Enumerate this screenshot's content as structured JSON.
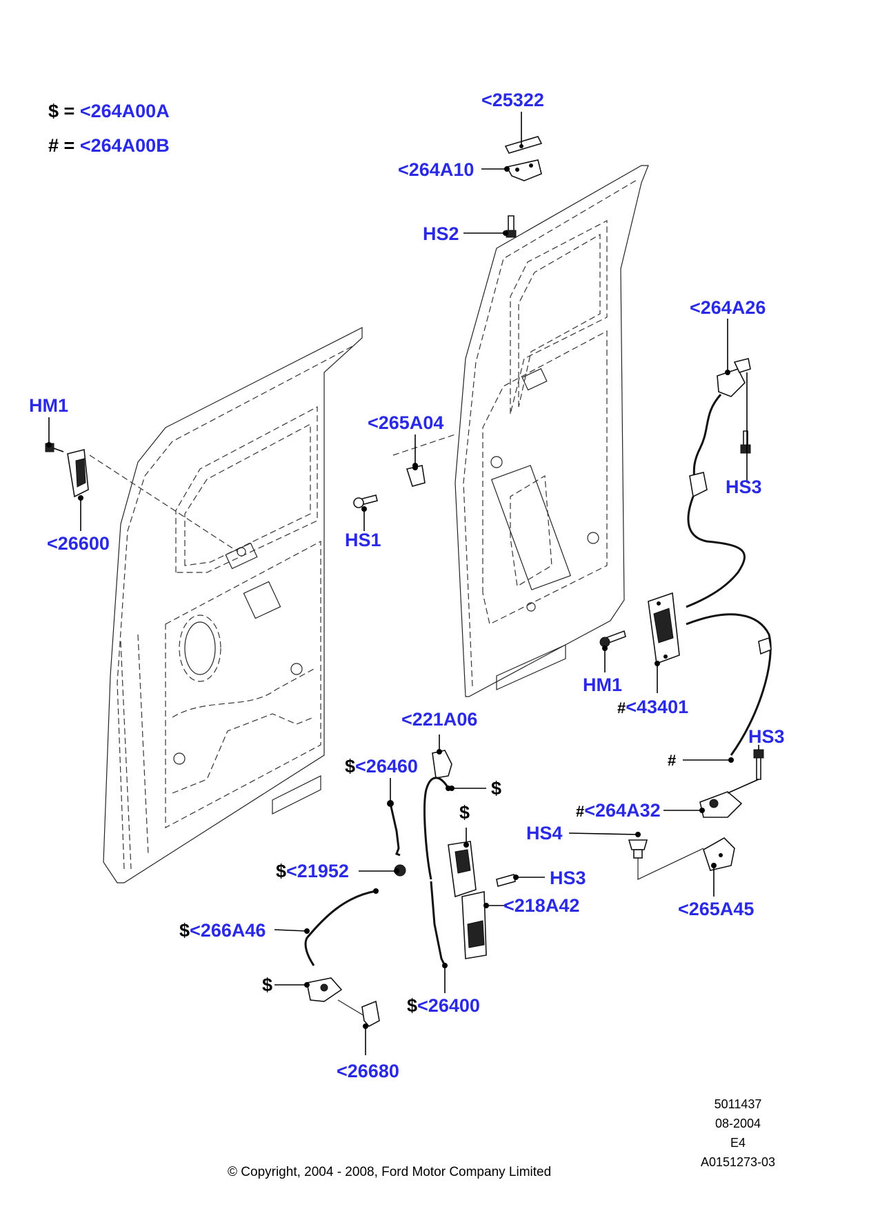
{
  "legend": [
    {
      "symbol": "$",
      "eq": "=",
      "ref": "<264A00A"
    },
    {
      "symbol": "#",
      "eq": "=",
      "ref": "<264A00B"
    }
  ],
  "callouts": {
    "c25322": {
      "prefix": "",
      "ref": "<25322"
    },
    "c264A10": {
      "prefix": "",
      "ref": "<264A10"
    },
    "cHS2": {
      "prefix": "",
      "ref": "HS2"
    },
    "c264A26": {
      "prefix": "",
      "ref": "<264A26"
    },
    "cHM1a": {
      "prefix": "",
      "ref": "HM1"
    },
    "c265A04": {
      "prefix": "",
      "ref": "<265A04"
    },
    "cHS3a": {
      "prefix": "",
      "ref": "HS3"
    },
    "c26600": {
      "prefix": "",
      "ref": "<26600"
    },
    "cHS1": {
      "prefix": "",
      "ref": "HS1"
    },
    "cHM1b": {
      "prefix": "",
      "ref": "HM1"
    },
    "c43401": {
      "prefix": "#",
      "ref": "<43401"
    },
    "c221A06": {
      "prefix": "",
      "ref": "<221A06"
    },
    "cHS3b": {
      "prefix": "",
      "ref": "HS3"
    },
    "c26460": {
      "prefix": "$",
      "ref": "<26460"
    },
    "cDollarA": {
      "prefix": "$",
      "ref": ""
    },
    "cHash": {
      "prefix": "#",
      "ref": ""
    },
    "c264A32": {
      "prefix": "#",
      "ref": "<264A32"
    },
    "cDollarB": {
      "prefix": "$",
      "ref": ""
    },
    "cHS4": {
      "prefix": "",
      "ref": "HS4"
    },
    "c21952": {
      "prefix": "$",
      "ref": "<21952"
    },
    "cHS3c": {
      "prefix": "",
      "ref": "HS3"
    },
    "c218A42": {
      "prefix": "",
      "ref": "<218A42"
    },
    "c265A45": {
      "prefix": "",
      "ref": "<265A45"
    },
    "c266A46": {
      "prefix": "$",
      "ref": "<266A46"
    },
    "cDollarC": {
      "prefix": "$",
      "ref": ""
    },
    "c26400": {
      "prefix": "$",
      "ref": "<26400"
    },
    "c26680": {
      "prefix": "",
      "ref": "<26680"
    }
  },
  "meta": {
    "line1": "5011437",
    "line2": "08-2004",
    "line3": "E4",
    "line4": "A0151273-03"
  },
  "copyright": "© Copyright, 2004 - 2008, Ford Motor Company Limited",
  "colors": {
    "link": "#2a2ae6",
    "ink": "#000000",
    "background": "#ffffff"
  }
}
